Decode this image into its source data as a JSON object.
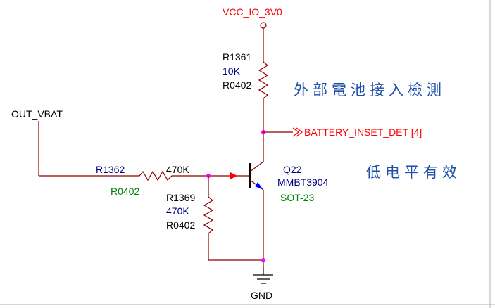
{
  "colors": {
    "wire": "#8b0000",
    "text_ref": "#000080",
    "text_black": "#000000",
    "footprint": "#008000",
    "junction": "#ff00ff",
    "net_label": "#ff0000",
    "annotation": "#1f4fa8",
    "border": "#b0b0b0",
    "emitter_arrow": "#0000ff"
  },
  "power": {
    "vcc_label": "VCC_IO_3V0",
    "gnd_label": "GND",
    "vcc_symbol": "power-circle-icon",
    "gnd_symbol": "ground-icon"
  },
  "input_net": {
    "label": "OUT_VBAT"
  },
  "r1361": {
    "ref": "R1361",
    "value": "10K",
    "footprint": "R0402"
  },
  "r1362": {
    "ref": "R1362",
    "value": "470K",
    "footprint": "R0402"
  },
  "r1369": {
    "ref": "R1369",
    "value": "470K",
    "footprint": "R0402"
  },
  "q22": {
    "ref": "Q22",
    "part": "MMBT3904",
    "package": "SOT-23"
  },
  "output_net": {
    "label": "BATTERY_INSET_DET [4]"
  },
  "annotations": {
    "detect_title": "外部電池接入檢測",
    "active_low": "低电平有效"
  }
}
